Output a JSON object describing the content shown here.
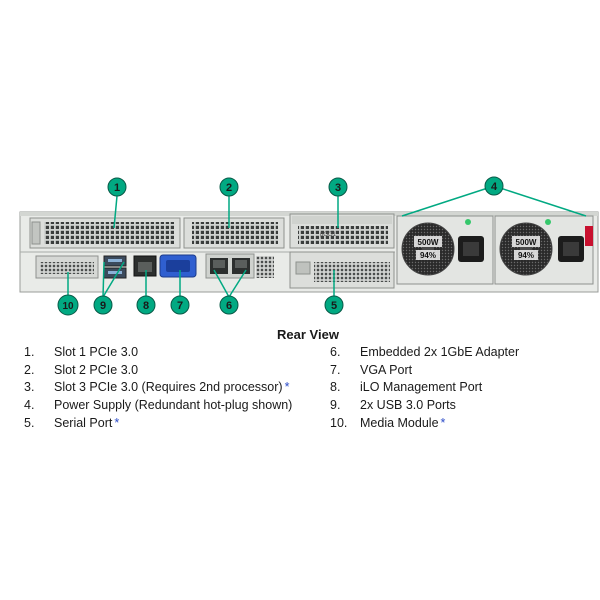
{
  "callouts": [
    "1",
    "2",
    "3",
    "4",
    "5",
    "6",
    "7",
    "8",
    "9",
    "10"
  ],
  "psu_label": "500W",
  "psu_efficiency": "94%",
  "faceplate_text": "pOO1",
  "view_title": "Rear View",
  "legend_left": [
    {
      "num": "1.",
      "text": "Slot 1 PCIe 3.0",
      "star": ""
    },
    {
      "num": "2.",
      "text": "Slot 2 PCIe 3.0",
      "star": ""
    },
    {
      "num": "3.",
      "text": "Slot 3 PCIe 3.0 (Requires 2nd processor)",
      "star": "*"
    },
    {
      "num": "4.",
      "text": "Power Supply (Redundant hot-plug shown)",
      "star": ""
    },
    {
      "num": "5.",
      "text": "Serial Port",
      "star": "*"
    }
  ],
  "legend_right": [
    {
      "num": "6.",
      "text": "Embedded 2x 1GbE Adapter",
      "star": ""
    },
    {
      "num": "7.",
      "text": "VGA Port",
      "star": ""
    },
    {
      "num": "8.",
      "text": "iLO Management Port",
      "star": ""
    },
    {
      "num": "9.",
      "text": "2x USB 3.0 Ports",
      "star": ""
    },
    {
      "num": "10.",
      "text": "Media Module",
      "star": "*"
    }
  ],
  "colors": {
    "callout_fill": "#01a982",
    "callout_stroke": "#0a5a48",
    "leader_line": "#01a982",
    "chassis": "#e9ebe8",
    "vga_port": "#2f5fd0",
    "psu_handle": "#c8102e",
    "star": "#2b4bc8"
  }
}
